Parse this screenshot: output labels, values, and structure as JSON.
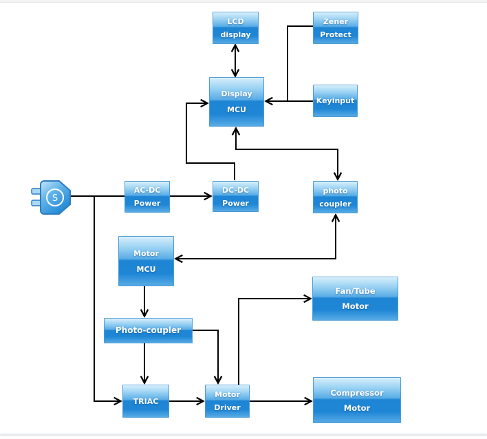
{
  "diagram_type": "block-diagram",
  "nodes": {
    "lcd_display": {
      "line1": "LCD",
      "line2": "display"
    },
    "zener_protect": {
      "line1": "Zener",
      "line2": "Protect"
    },
    "display_mcu": {
      "line1": "Display",
      "line2": "MCU"
    },
    "keyinput": {
      "line1": "Keyinput"
    },
    "ac_dc_power": {
      "line1": "AC-DC",
      "line2": "Power"
    },
    "dc_dc_power": {
      "line1": "DC-DC",
      "line2": "Power"
    },
    "photo_coupler": {
      "line1": "photo",
      "line2": "coupler"
    },
    "motor_mcu": {
      "line1": "Motor",
      "line2": "MCU"
    },
    "photo_coupler_2": {
      "line1": "Photo-coupler"
    },
    "triac": {
      "line1": "TRIAC"
    },
    "motor_driver": {
      "line1": "Motor",
      "line2": "Driver"
    },
    "fan_tube_motor": {
      "line1": "Fan/Tube",
      "line2": "Motor"
    },
    "compressor_motor": {
      "line1": "Compressor",
      "line2": "Motor"
    }
  },
  "plug": {
    "symbol": "S"
  },
  "edges": [
    {
      "from": "LCD display",
      "to": "Display MCU",
      "bidirectional": true
    },
    {
      "from": "Zener Protect",
      "to": "Display MCU",
      "bidirectional": false
    },
    {
      "from": "Keyinput",
      "to": "Display MCU",
      "bidirectional": false
    },
    {
      "from": "Power plug",
      "to": "AC-DC Power",
      "bidirectional": false,
      "arrowhead": false
    },
    {
      "from": "AC-DC Power",
      "to": "DC-DC Power",
      "bidirectional": false
    },
    {
      "from": "DC-DC Power",
      "to": "Display MCU",
      "bidirectional": false
    },
    {
      "from": "Display MCU",
      "to": "photo coupler",
      "bidirectional": true
    },
    {
      "from": "photo coupler",
      "to": "Motor MCU",
      "bidirectional": true
    },
    {
      "from": "Power plug",
      "to": "TRIAC",
      "bidirectional": false
    },
    {
      "from": "Motor MCU",
      "to": "Photo-coupler",
      "bidirectional": false
    },
    {
      "from": "Photo-coupler",
      "to": "TRIAC",
      "bidirectional": false
    },
    {
      "from": "Photo-coupler",
      "to": "Motor Driver",
      "bidirectional": false
    },
    {
      "from": "TRIAC",
      "to": "Motor Driver",
      "bidirectional": false
    },
    {
      "from": "Motor Driver",
      "to": "Fan/Tube Motor",
      "bidirectional": false
    },
    {
      "from": "Motor Driver",
      "to": "Compressor Motor",
      "bidirectional": false
    }
  ],
  "colors": {
    "node_fill_top": "#d7effc",
    "node_fill_bottom": "#1f86d6",
    "node_border": "#4e9cd5",
    "node_text": "#ffffff",
    "wire": "#000000",
    "background": "#ffffff"
  }
}
